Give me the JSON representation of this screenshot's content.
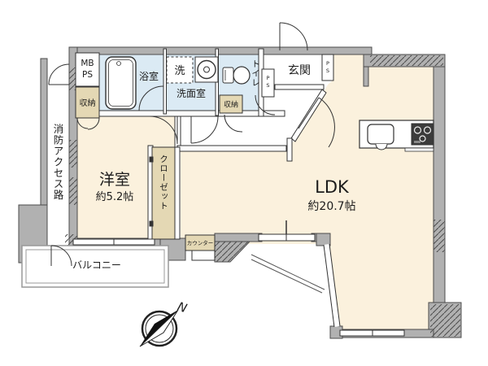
{
  "floorplan": {
    "rooms": {
      "ldk": {
        "name": "LDK",
        "area": "約20.7帖"
      },
      "western": {
        "name": "洋室",
        "area": "約5.2帖"
      },
      "closet": {
        "name": "クローゼット"
      },
      "balcony": {
        "name": "バルコニー"
      },
      "entrance": {
        "name": "玄関"
      },
      "toilet": {
        "name": "トイレ"
      },
      "bath": {
        "name": "浴室"
      },
      "washroom": {
        "name": "洗面室"
      },
      "laundry": {
        "name": "洗"
      },
      "counter": {
        "name": "カウンター"
      },
      "fire_access": {
        "name": "消防アクセス路"
      },
      "storage_left": {
        "name": "収納"
      },
      "storage_right": {
        "name": "収納"
      },
      "mb_ps": {
        "line1": "MB",
        "line2": "PS"
      },
      "ps_left": {
        "name": "PS"
      },
      "ps_right": {
        "name": "PS"
      }
    },
    "compass": {
      "north": "N"
    },
    "colors": {
      "room_cream": "#fbf1dd",
      "wet_area_blue": "#dbeaf4",
      "storage_beige": "#e4d8b4",
      "wall_gray": "#b1b1b1",
      "wall_outline": "#4c4c4c",
      "interior_line": "#333333"
    }
  }
}
